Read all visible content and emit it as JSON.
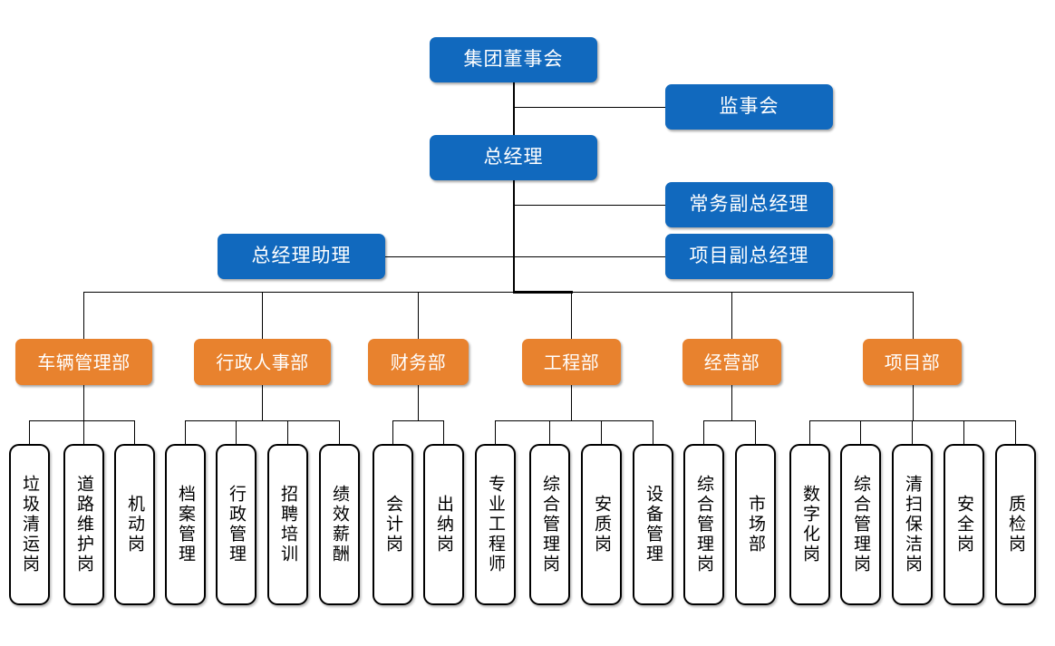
{
  "colors": {
    "blue": "#1169BE",
    "orange": "#E8822E",
    "leaf_border": "#000000",
    "leaf_fill": "#ffffff",
    "connector": "#000000",
    "background": "#ffffff"
  },
  "top_level": {
    "board": "集团董事会",
    "supervisory_board": "监事会",
    "general_manager": "总经理",
    "executive_deputy_gm": "常务副总经理",
    "project_deputy_gm": "项目副总经理",
    "gm_assistant": "总经理助理"
  },
  "departments": [
    {
      "name": "车辆管理部",
      "positions": [
        "垃圾清运岗",
        "道路维护岗",
        "机动岗"
      ]
    },
    {
      "name": "行政人事部",
      "positions": [
        "档案管理",
        "行政管理",
        "招聘培训",
        "绩效薪酬"
      ]
    },
    {
      "name": "财务部",
      "positions": [
        "会计岗",
        "出纳岗"
      ]
    },
    {
      "name": "工程部",
      "positions": [
        "专业工程师",
        "综合管理岗",
        "安质岗",
        "设备管理"
      ]
    },
    {
      "name": "经营部",
      "positions": [
        "综合管理岗",
        "市场部"
      ]
    },
    {
      "name": "项目部",
      "positions": [
        "数字化岗",
        "综合管理岗",
        "清扫保洁岗",
        "安全岗",
        "质检岗"
      ]
    }
  ],
  "leaf_nodes_flat": [
    "垃圾清运岗",
    "道路维护岗",
    "机动岗",
    "档案管理",
    "行政管理",
    "招聘培训",
    "绩效薪酬",
    "会计岗",
    "出纳岗",
    "专业工程师",
    "综合管理岗",
    "安质岗",
    "设备管理",
    "综合管理岗",
    "市场部",
    "数字化岗",
    "综合管理岗",
    "清扫保洁岗",
    "安全岗",
    "质检岗"
  ]
}
